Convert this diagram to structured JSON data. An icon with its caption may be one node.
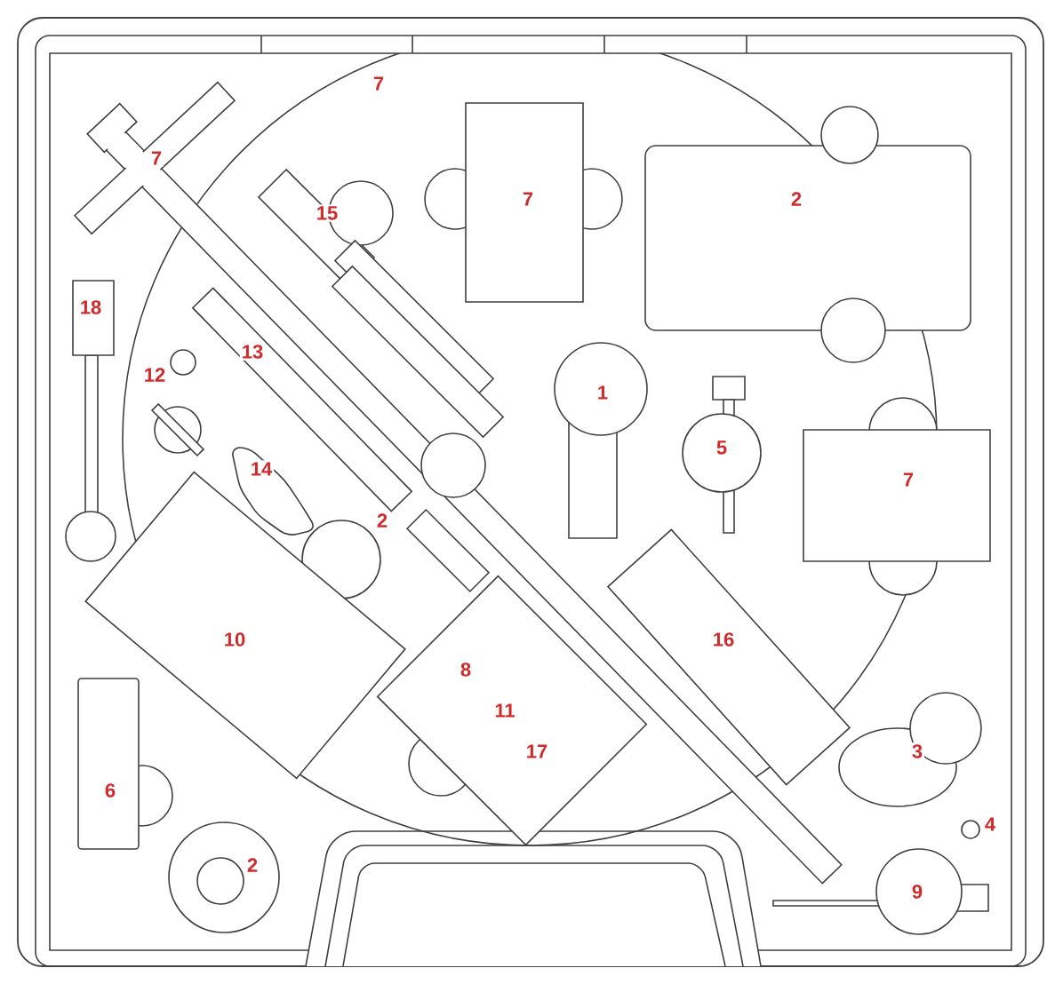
{
  "diagram": {
    "labels": [
      "7",
      "7",
      "7",
      "2",
      "15",
      "18",
      "13",
      "12",
      "1",
      "5",
      "14",
      "7",
      "2",
      "10",
      "16",
      "8",
      "11",
      "17",
      "3",
      "6",
      "4",
      "2",
      "9"
    ]
  }
}
